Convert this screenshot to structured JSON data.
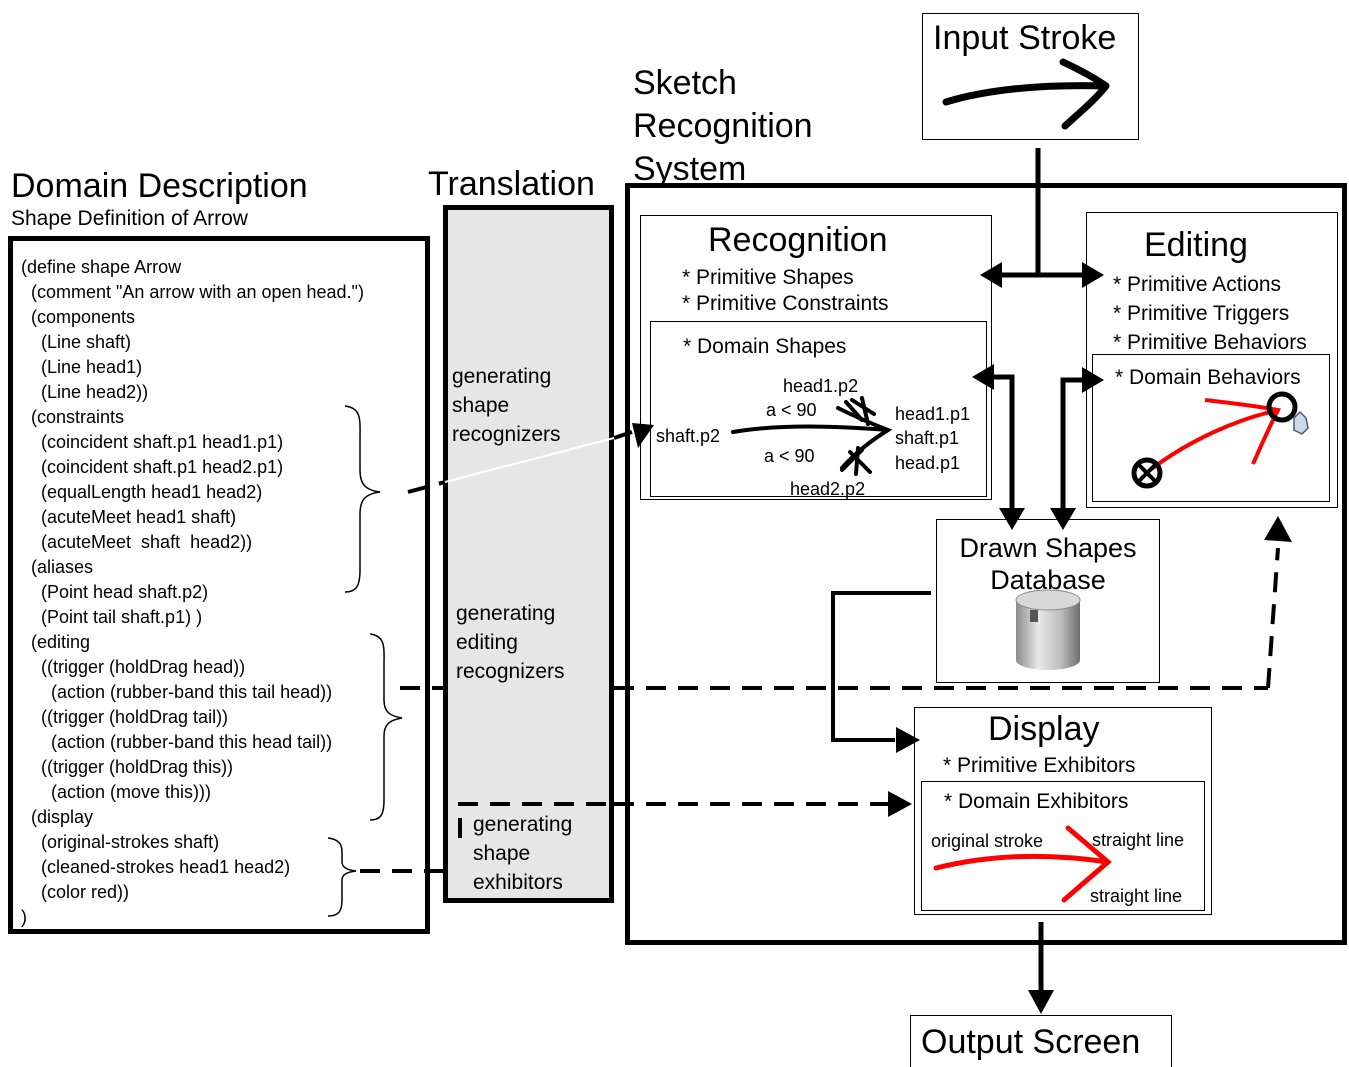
{
  "system_title": [
    "Sketch",
    "Recognition",
    "System"
  ],
  "domain": {
    "title": "Domain Description",
    "subtitle": "Shape Definition of Arrow",
    "code": [
      "(define shape Arrow",
      "  (comment \"An arrow with an open head.\")",
      "  (components",
      "    (Line shaft)",
      "    (Line head1)",
      "    (Line head2))",
      "  (constraints",
      "    (coincident shaft.p1 head1.p1)",
      "    (coincident shaft.p1 head2.p1)",
      "    (equalLength head1 head2)",
      "    (acuteMeet head1 shaft)",
      "    (acuteMeet  shaft  head2))",
      "  (aliases",
      "    (Point head shaft.p2)",
      "    (Point tail shaft.p1) )",
      "  (editing",
      "    ((trigger (holdDrag head))",
      "      (action (rubber-band this tail head))",
      "    ((trigger (holdDrag tail))",
      "      (action (rubber-band this head tail))",
      "    ((trigger (holdDrag this))",
      "      (action (move this)))",
      "  (display",
      "    (original-strokes shaft)",
      "    (cleaned-strokes head1 head2)",
      "    (color red))",
      ")"
    ]
  },
  "translation": {
    "title": "Translation",
    "steps": [
      [
        "generating",
        "shape",
        "recognizers"
      ],
      [
        "generating",
        "editing",
        "recognizers"
      ],
      [
        "generating",
        "shape",
        "exhibitors"
      ]
    ]
  },
  "input_stroke": {
    "title": "Input Stroke"
  },
  "recognition": {
    "title": "Recognition",
    "items": [
      "* Primitive Shapes",
      "* Primitive Constraints"
    ],
    "domain_title": "* Domain Shapes",
    "labels": {
      "head1_p2": "head1.p2",
      "angle_top": "a < 90",
      "shaft_p2": "shaft.p2",
      "angle_bottom": "a < 90",
      "head2_p2": "head2.p2",
      "head1_p1": "head1.p1",
      "shaft_p1": "shaft.p1",
      "head_p1": "head.p1"
    }
  },
  "editing": {
    "title": "Editing",
    "items": [
      "* Primitive Actions",
      "* Primitive Triggers",
      "* Primitive Behaviors"
    ],
    "domain_title": "* Domain Behaviors"
  },
  "database": {
    "title": [
      "Drawn Shapes",
      "Database"
    ]
  },
  "display": {
    "title": "Display",
    "item": "* Primitive Exhibitors",
    "domain_title": "* Domain Exhibitors",
    "labels": {
      "original": "original stroke",
      "straight_top": "straight line",
      "straight_bottom": "straight line"
    }
  },
  "output": {
    "title": "Output Screen"
  },
  "colors": {
    "stroke_red": "#ff0000",
    "translation_fill": "#e6e6e6"
  }
}
